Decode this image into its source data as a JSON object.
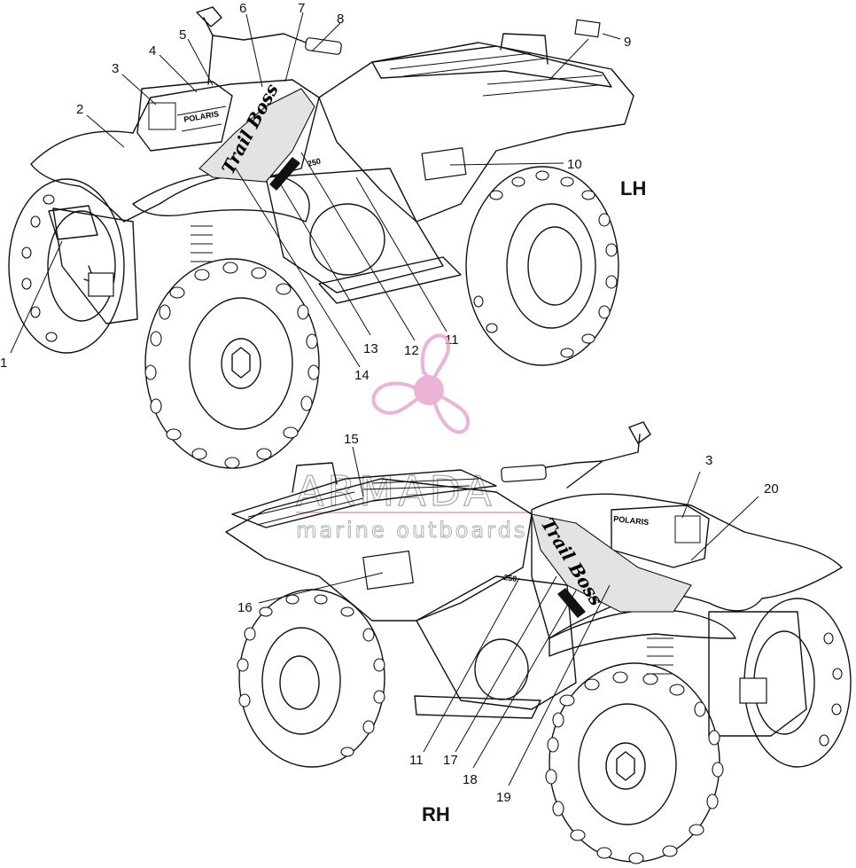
{
  "diagram": {
    "views": [
      {
        "id": "lh",
        "label": "LH"
      },
      {
        "id": "rh",
        "label": "RH"
      }
    ],
    "callouts_lh": [
      "1",
      "2",
      "3",
      "4",
      "5",
      "6",
      "7",
      "8",
      "9",
      "10",
      "11",
      "12",
      "13",
      "14"
    ],
    "callouts_rh": [
      "3",
      "11",
      "15",
      "16",
      "17",
      "18",
      "19",
      "20"
    ],
    "decals": {
      "brand": "POLARIS",
      "model": "Trail Boss",
      "engine": "250"
    }
  },
  "watermark": {
    "name": "ARMADA",
    "tagline": "marine outboards",
    "color": "#e8a6cf"
  }
}
